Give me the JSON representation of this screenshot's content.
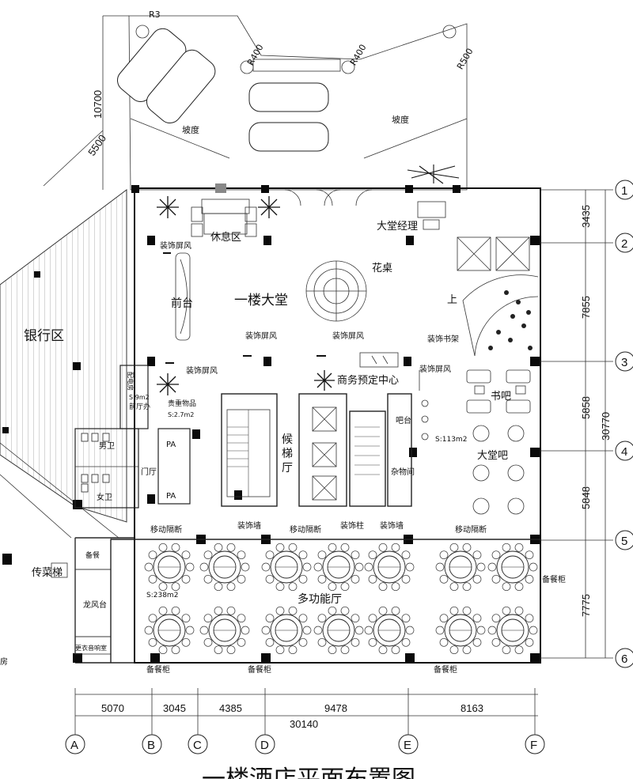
{
  "title": "一楼酒店平面布置图",
  "rooms": {
    "lobby": "一楼大堂",
    "lounge": "休息区",
    "reception": "前台",
    "bank": "银行区",
    "flower_table": "花桌",
    "lobby_manager": "大堂经理",
    "business_center": "商务预定中心",
    "elevator_hall_a": "候",
    "elevator_hall_b": "梯",
    "elevator_hall_c": "厅",
    "bar_counter": "吧台",
    "storage": "杂物间",
    "book_bar": "书吧",
    "lobby_bar": "大堂吧",
    "multi_hall": "多功能厅",
    "serving_stair": "传菜梯",
    "dragon_stage": "龙风台",
    "prep": "备餐",
    "changing": "更衣音响室",
    "men_wc": "男卫",
    "women_wc": "女卫",
    "pa1": "PA",
    "pa2": "PA",
    "door_hall": "门厅",
    "front_office": "前厅办",
    "valuables": "贵重物品",
    "up": "上",
    "room_no": "房"
  },
  "annotations": {
    "screen": "装饰屏风",
    "bookshelf": "装饰书架",
    "partition": "移动隔断",
    "wall": "装饰墙",
    "pillar": "装饰柱",
    "cabinet": "备餐柜",
    "slope": "坡度",
    "r400": "R400",
    "r500": "R500",
    "r3": "R3",
    "area_front": "S:9m2",
    "area_valuables": "S:2.7m2",
    "area_bar": "S:113m2",
    "area_hall": "S:238m2",
    "side_label": "配电房"
  },
  "dimensions": {
    "top_h": "10700",
    "top_d": "5500",
    "right": [
      "3435",
      "7855",
      "5858",
      "5848",
      "7775"
    ],
    "right_total": "30770",
    "bottom": [
      "5070",
      "3045",
      "4385",
      "9478",
      "8163"
    ],
    "bottom_total": "30140"
  },
  "axes": {
    "rows": [
      "1",
      "2",
      "3",
      "4",
      "5",
      "6"
    ],
    "cols": [
      "A",
      "B",
      "C",
      "D",
      "E",
      "F"
    ]
  }
}
